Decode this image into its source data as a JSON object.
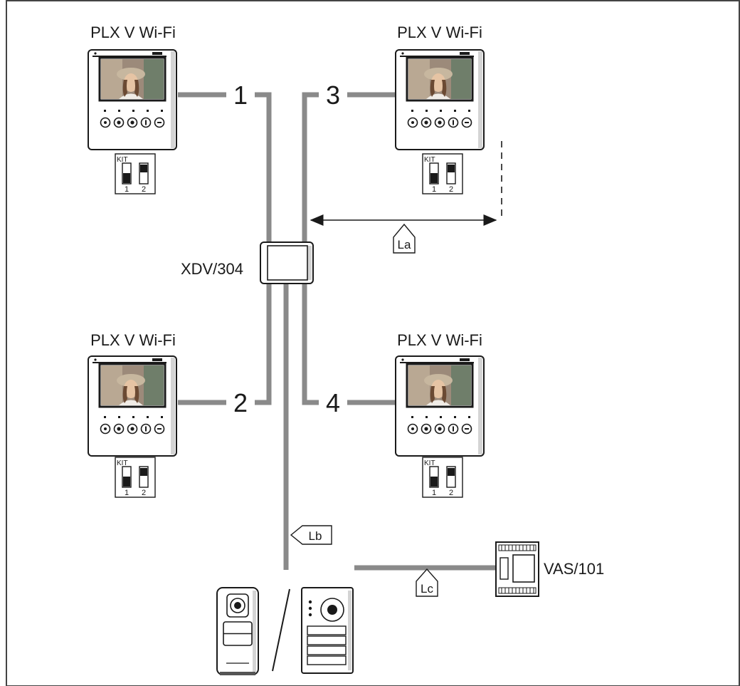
{
  "monitors": [
    {
      "label": "PLX V Wi-Fi",
      "number": "1"
    },
    {
      "label": "PLX V Wi-Fi",
      "number": "3"
    },
    {
      "label": "PLX V Wi-Fi",
      "number": "2"
    },
    {
      "label": "PLX V Wi-Fi",
      "number": "4"
    }
  ],
  "dip": {
    "title": "KIT",
    "pos1": "1",
    "pos2": "2"
  },
  "distributor": {
    "label": "XDV/304"
  },
  "power_supply": {
    "label": "VAS/101"
  },
  "lengths": {
    "la": "La",
    "lb": "Lb",
    "lc": "Lc"
  }
}
